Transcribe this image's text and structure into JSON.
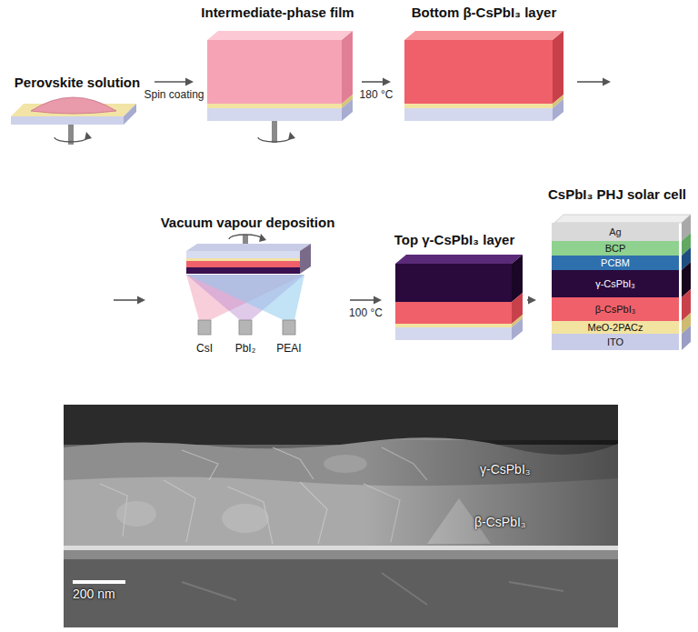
{
  "diagram": {
    "nodes": [
      {
        "text": [
          "Perovskite solution"
        ]
      },
      {
        "text": [
          "Intermediate-phase film"
        ]
      },
      {
        "text": [
          "Bottom β-CsPbI₃ layer"
        ]
      },
      {
        "text": [
          "Vacuum vapour deposition"
        ]
      },
      {
        "text": [
          "Top γ-CsPbI₃ layer"
        ]
      },
      {
        "text": [
          "CsPbI₃ PHJ solar cell"
        ]
      },
      {
        "text": [
          "Ag"
        ],
        "in": 5
      },
      {
        "text": [
          "BCP"
        ],
        "in": 5
      },
      {
        "text": [
          "PCBM"
        ],
        "in": 5
      },
      {
        "text": [
          "γ-CsPbI₃"
        ],
        "in": 5
      },
      {
        "text": [
          "β-CsPbI₃"
        ],
        "in": 5
      },
      {
        "text": [
          "MeO-2PACz"
        ],
        "in": 5
      },
      {
        "text": [
          "ITO"
        ],
        "in": 5
      }
    ],
    "edges": [
      {
        "from": 0,
        "to": 1,
        "label": "Spin coating",
        "arrow": "to"
      },
      {
        "from": 1,
        "to": 2,
        "label": "180 °C",
        "arrow": "to"
      },
      {
        "from": 2,
        "to": 3,
        "arrow": "to"
      },
      {
        "from": 3,
        "to": 4,
        "label": "100 °C",
        "arrow": "to"
      },
      {
        "from": 4,
        "to": 5,
        "arrow": "to"
      }
    ],
    "labels": [
      "CsI",
      "PbI₂",
      "PEAI",
      "γ-CsPbI₃",
      "β-CsPbI₃",
      "200 nm"
    ]
  }
}
